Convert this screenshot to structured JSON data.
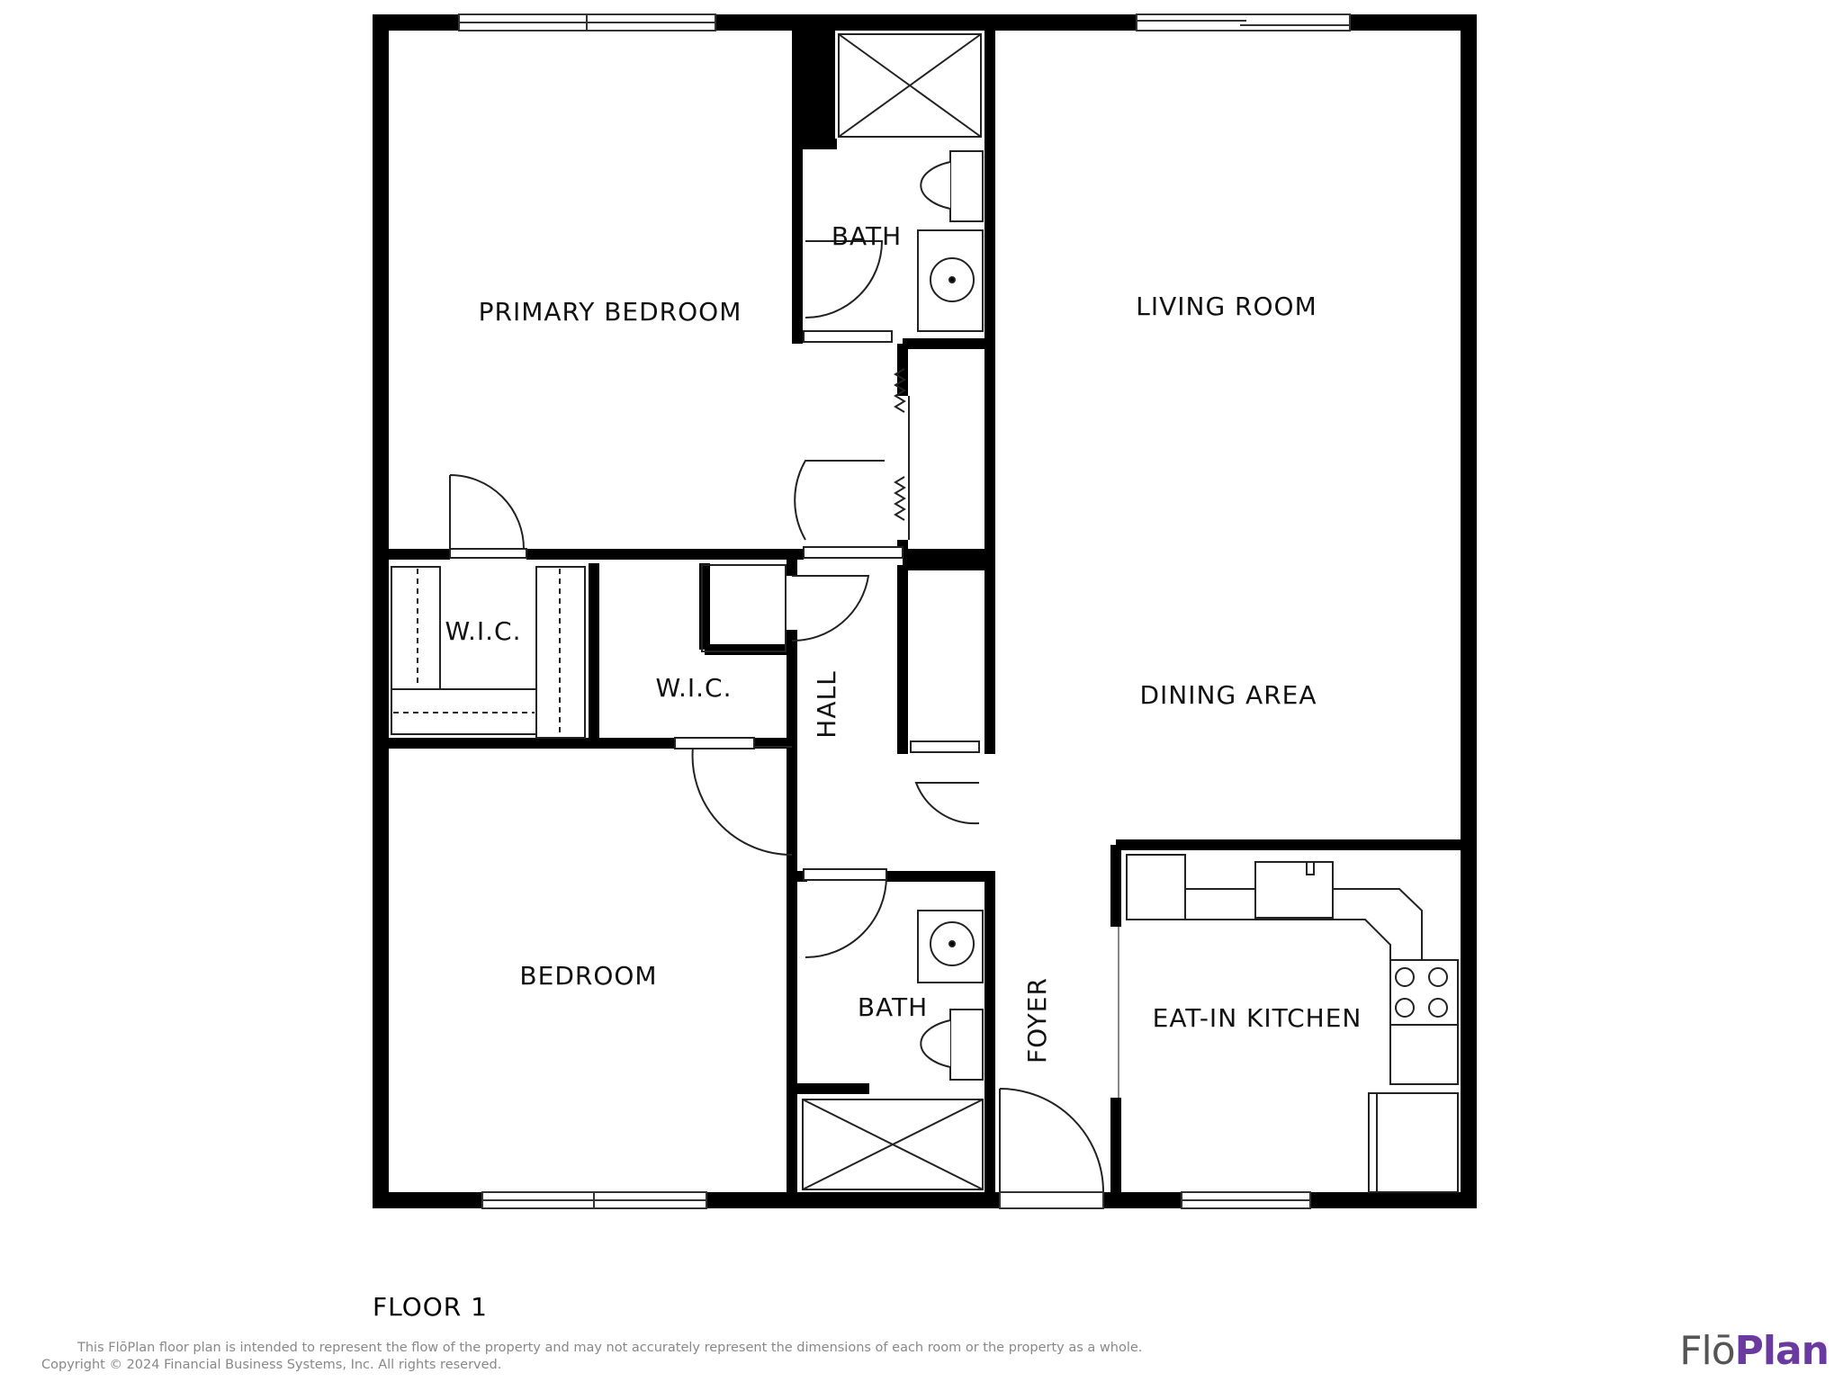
{
  "plan": {
    "rooms": {
      "primary_bedroom": "PRIMARY BEDROOM",
      "bath_primary": "BATH",
      "living_room": "LIVING ROOM",
      "wic_left": "W.I.C.",
      "wic_right": "W.I.C.",
      "hall": "HALL",
      "dining_area": "DINING AREA",
      "bedroom": "BEDROOM",
      "bath_second": "BATH",
      "foyer": "FOYER",
      "kitchen": "EAT-IN KITCHEN"
    },
    "floor_label": "FLOOR 1"
  },
  "footer": {
    "disclaimer": "This FlōPlan floor plan is intended to represent the flow of the property and may not accurately represent the dimensions of each room or the property as a whole.",
    "copyright": "Copyright © 2024 Financial Business Systems, Inc. All rights reserved.",
    "logo_flo": "Flō",
    "logo_plan": "Plan"
  },
  "colors": {
    "wall": "#000000",
    "fixture_line": "#222222",
    "logo_purple": "#6a3aa0"
  }
}
